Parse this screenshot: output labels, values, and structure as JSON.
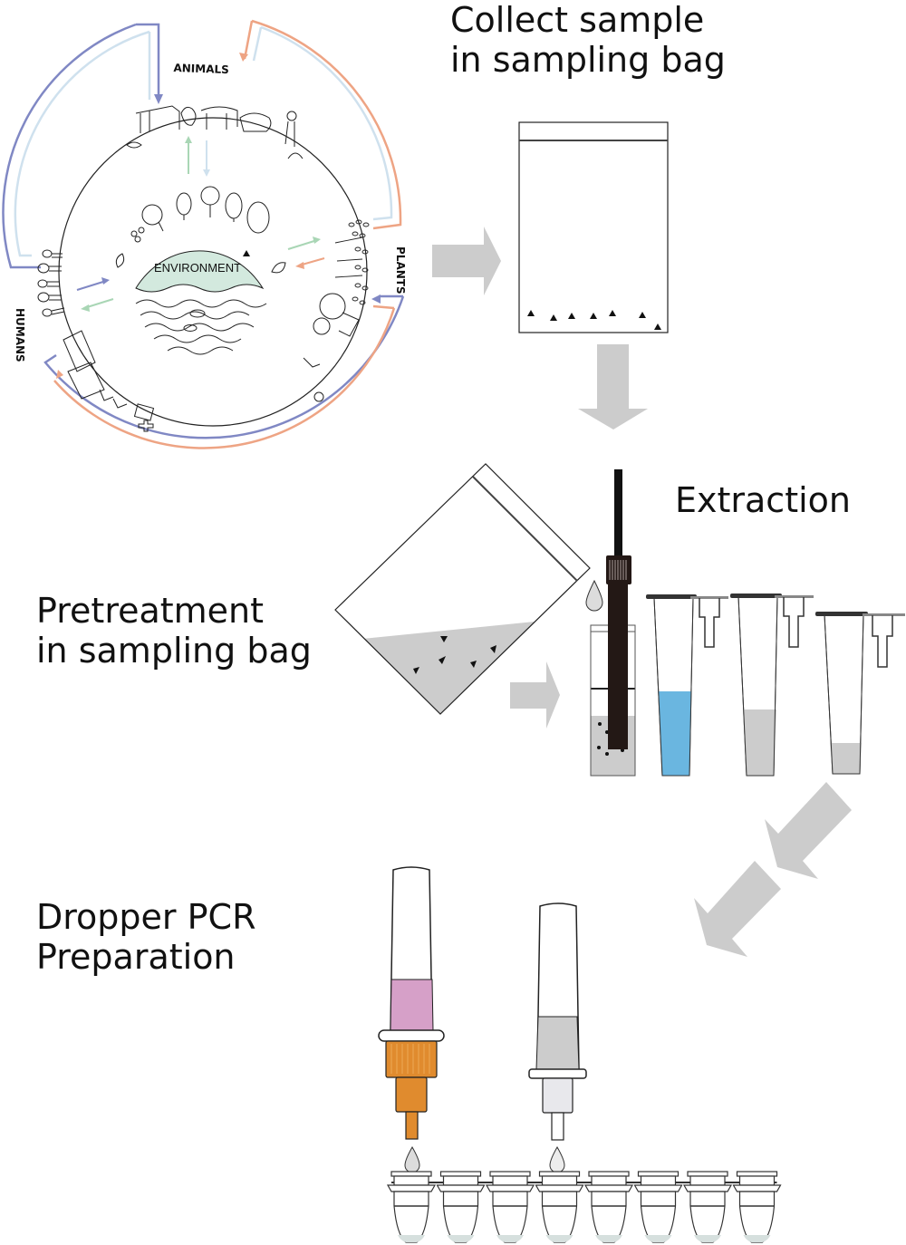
{
  "steps": {
    "collect": "Collect sample\nin sampling bag",
    "extraction": "Extraction",
    "pretreatment": "Pretreatment\nin sampling bag",
    "dropper": "Dropper PCR\nPreparation"
  },
  "one_health_diagram": {
    "center_label": "ENVIRONMENT",
    "sectors": [
      "ANIMALS",
      "PLANTS",
      "HUMANS"
    ]
  },
  "colors": {
    "arrow_gray": "#cccccc",
    "env_green": "#d3e9de",
    "ring_purple": "#8088c4",
    "ring_orange": "#eea484",
    "ring_lightblue": "#cfe1ee",
    "flow_green": "#a9d6b5",
    "liquid_gray": "#cccccc",
    "liquid_blue": "#6ab6e0",
    "dropper_pink": "#d6a0c8",
    "dropper_orange": "#e08b2e",
    "probe_dark": "#231815",
    "pcr_liquid": "#d6e0de"
  },
  "extraction_tubes": [
    {
      "name": "buffer-blue",
      "fill_level": 0.55
    },
    {
      "name": "gray-1",
      "fill_level": 0.28
    },
    {
      "name": "gray-2",
      "fill_level": 0.15
    }
  ],
  "pcr_strip": {
    "tube_count": 8
  }
}
